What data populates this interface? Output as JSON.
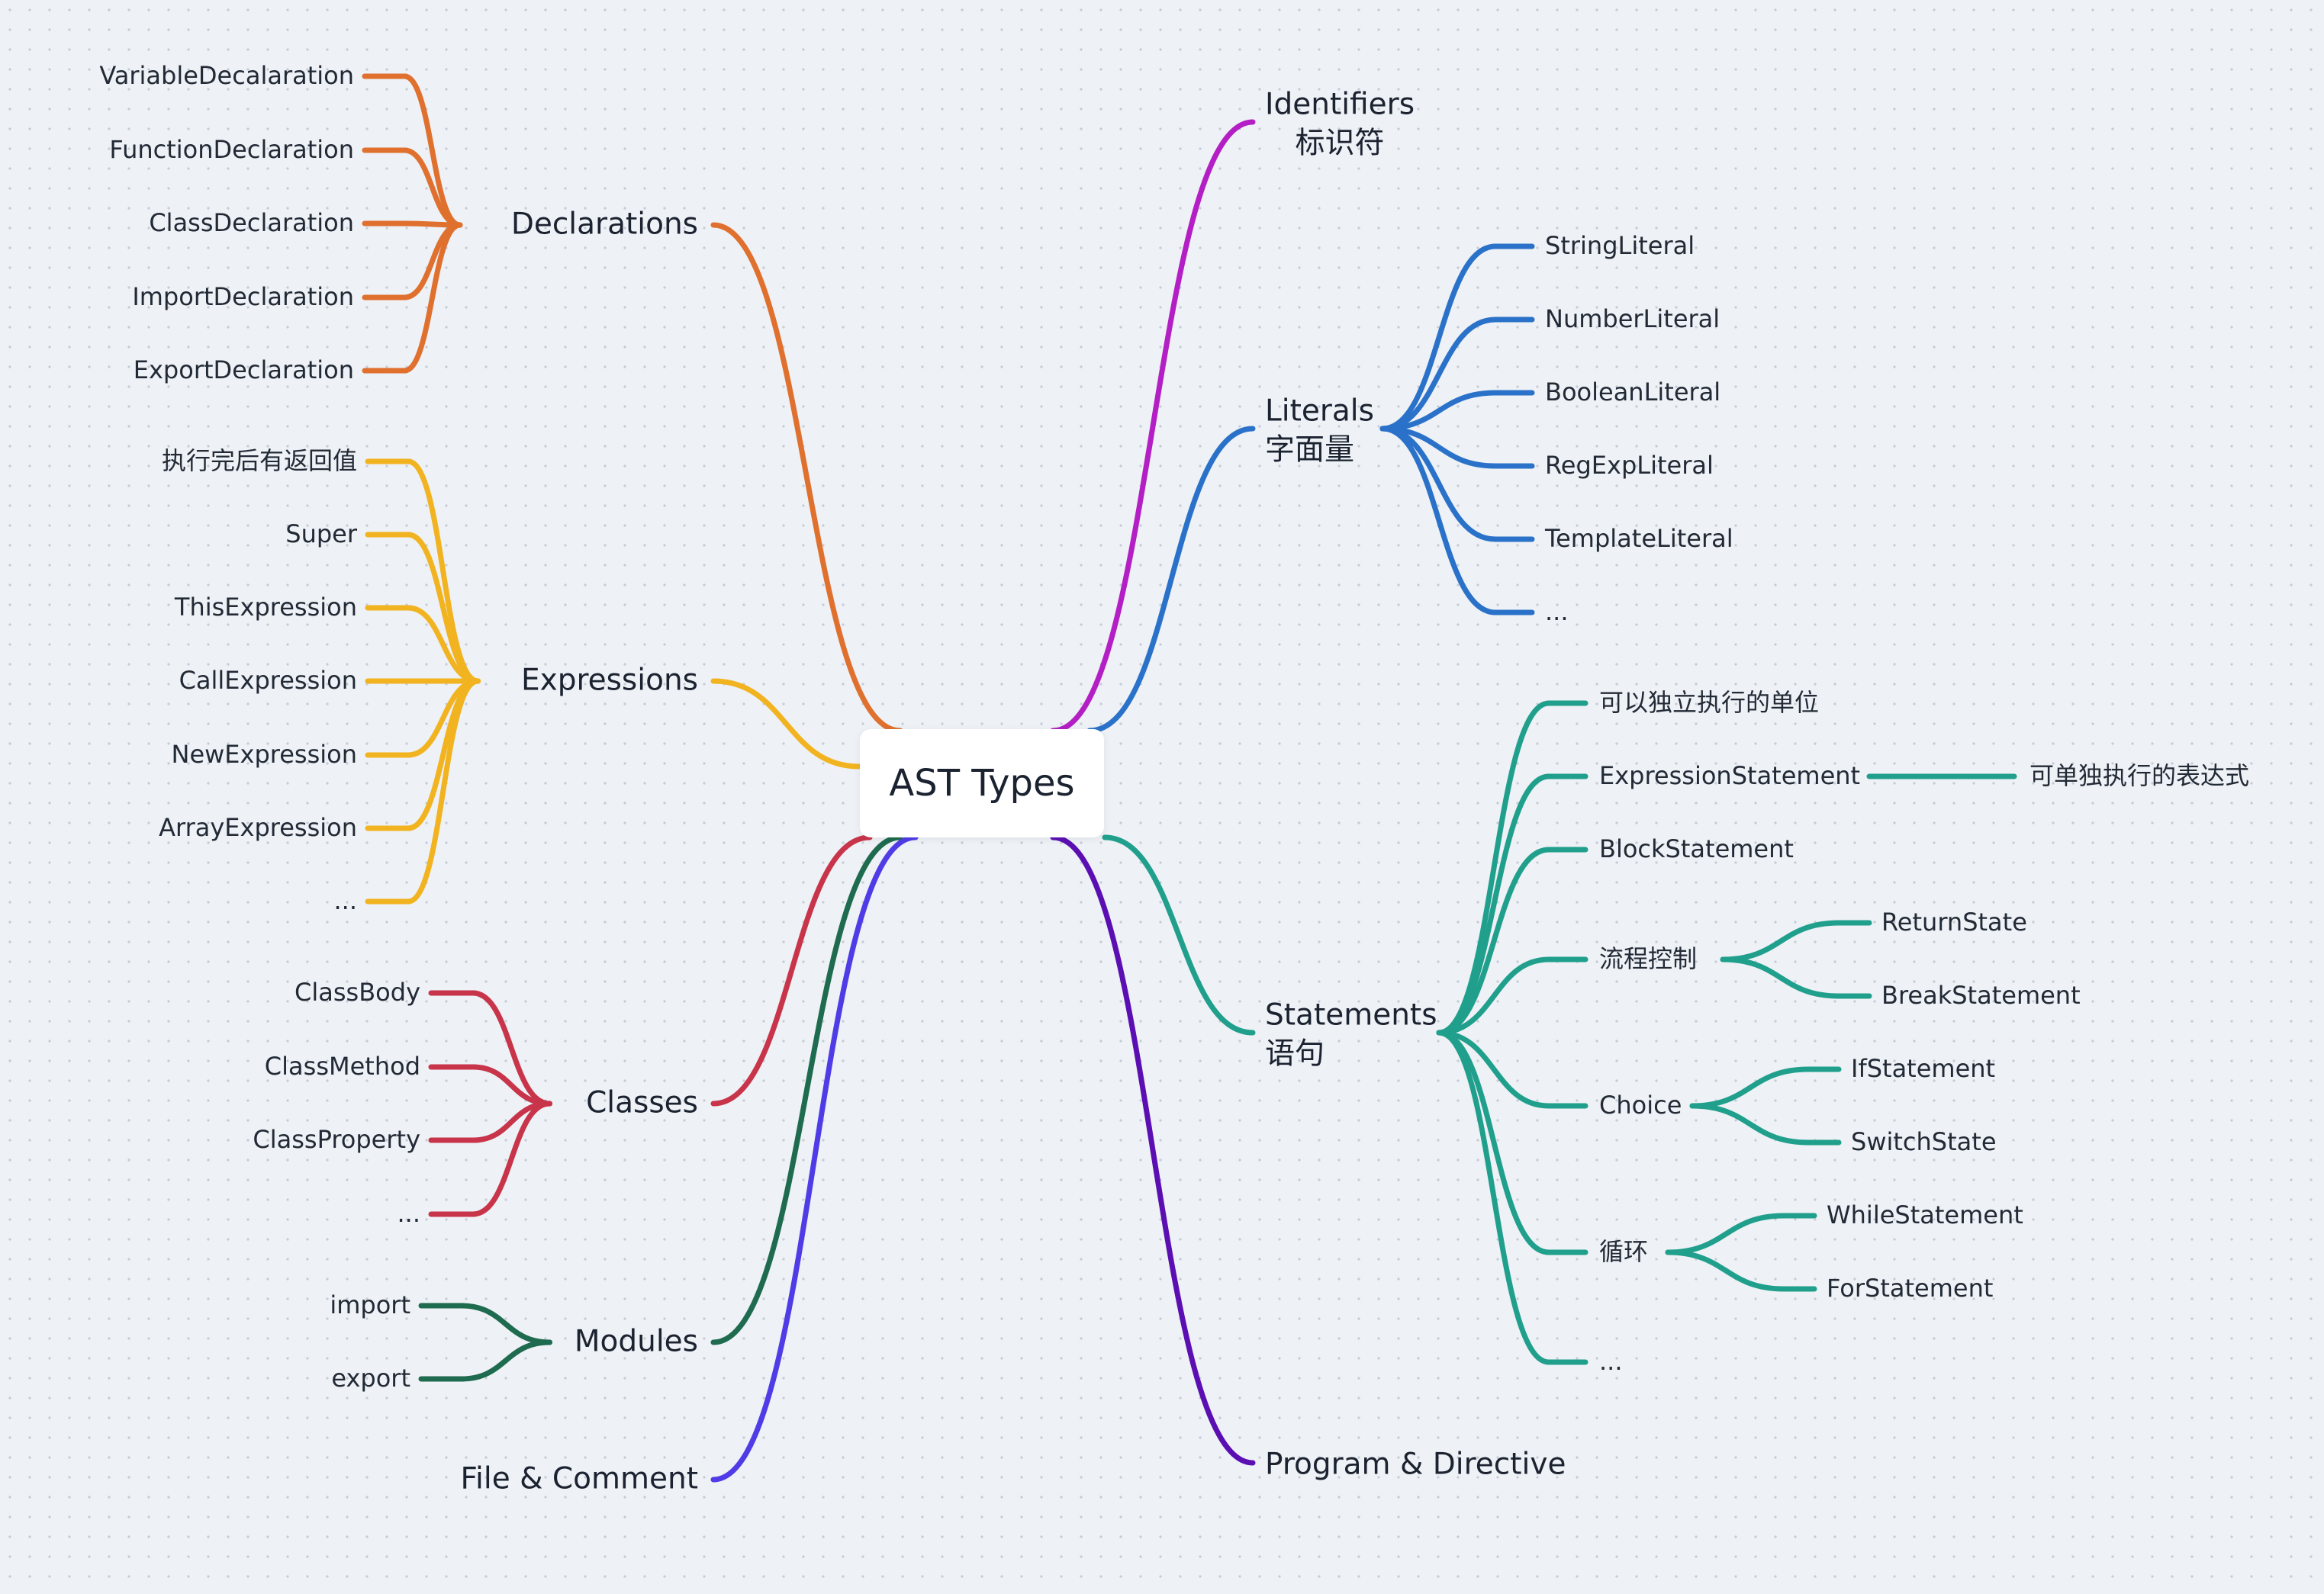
{
  "root": {
    "label": "AST Types"
  },
  "branches": [
    {
      "id": "declarations",
      "label": "Declarations",
      "color": "#e0702e",
      "children": [
        {
          "label": "VariableDecalaration"
        },
        {
          "label": "FunctionDeclaration"
        },
        {
          "label": "ClassDeclaration"
        },
        {
          "label": "ImportDeclaration"
        },
        {
          "label": "ExportDeclaration"
        }
      ]
    },
    {
      "id": "expressions",
      "label": "Expressions",
      "color": "#f2b320",
      "children": [
        {
          "label": "执行完后有返回值"
        },
        {
          "label": "Super"
        },
        {
          "label": "ThisExpression"
        },
        {
          "label": "CallExpression"
        },
        {
          "label": "NewExpression"
        },
        {
          "label": "ArrayExpression"
        },
        {
          "label": "..."
        }
      ]
    },
    {
      "id": "classes",
      "label": "Classes",
      "color": "#c8344a",
      "children": [
        {
          "label": "ClassBody"
        },
        {
          "label": "ClassMethod"
        },
        {
          "label": "ClassProperty"
        },
        {
          "label": "..."
        }
      ]
    },
    {
      "id": "modules",
      "label": "Modules",
      "color": "#1e6b4f",
      "children": [
        {
          "label": "import"
        },
        {
          "label": "export"
        }
      ]
    },
    {
      "id": "file-comment",
      "label": "File & Comment",
      "color": "#4f3ce6",
      "children": []
    },
    {
      "id": "identifiers",
      "label": "Identifiers\n标识符",
      "color": "#b31fc4",
      "children": []
    },
    {
      "id": "literals",
      "label": "Literals\n字面量",
      "color": "#2a72c9",
      "children": [
        {
          "label": "StringLiteral"
        },
        {
          "label": "NumberLiteral"
        },
        {
          "label": "BooleanLiteral"
        },
        {
          "label": "RegExpLiteral"
        },
        {
          "label": "TemplateLiteral"
        },
        {
          "label": "..."
        }
      ]
    },
    {
      "id": "statements",
      "label": "Statements\n语句",
      "color": "#20a08c",
      "children": [
        {
          "label": "可以独立执行的单位"
        },
        {
          "label": "ExpressionStatement",
          "children": [
            {
              "label": "可单独执行的表达式"
            }
          ]
        },
        {
          "label": "BlockStatement"
        },
        {
          "label": "流程控制",
          "children": [
            {
              "label": "ReturnState"
            },
            {
              "label": "BreakStatement"
            }
          ]
        },
        {
          "label": "Choice",
          "children": [
            {
              "label": "IfStatement"
            },
            {
              "label": "SwitchState"
            }
          ]
        },
        {
          "label": "循环",
          "children": [
            {
              "label": "WhileStatement"
            },
            {
              "label": "ForStatement"
            }
          ]
        },
        {
          "label": "..."
        }
      ]
    },
    {
      "id": "program-directive",
      "label": "Program & Directive",
      "color": "#5b0fb3",
      "children": []
    }
  ]
}
